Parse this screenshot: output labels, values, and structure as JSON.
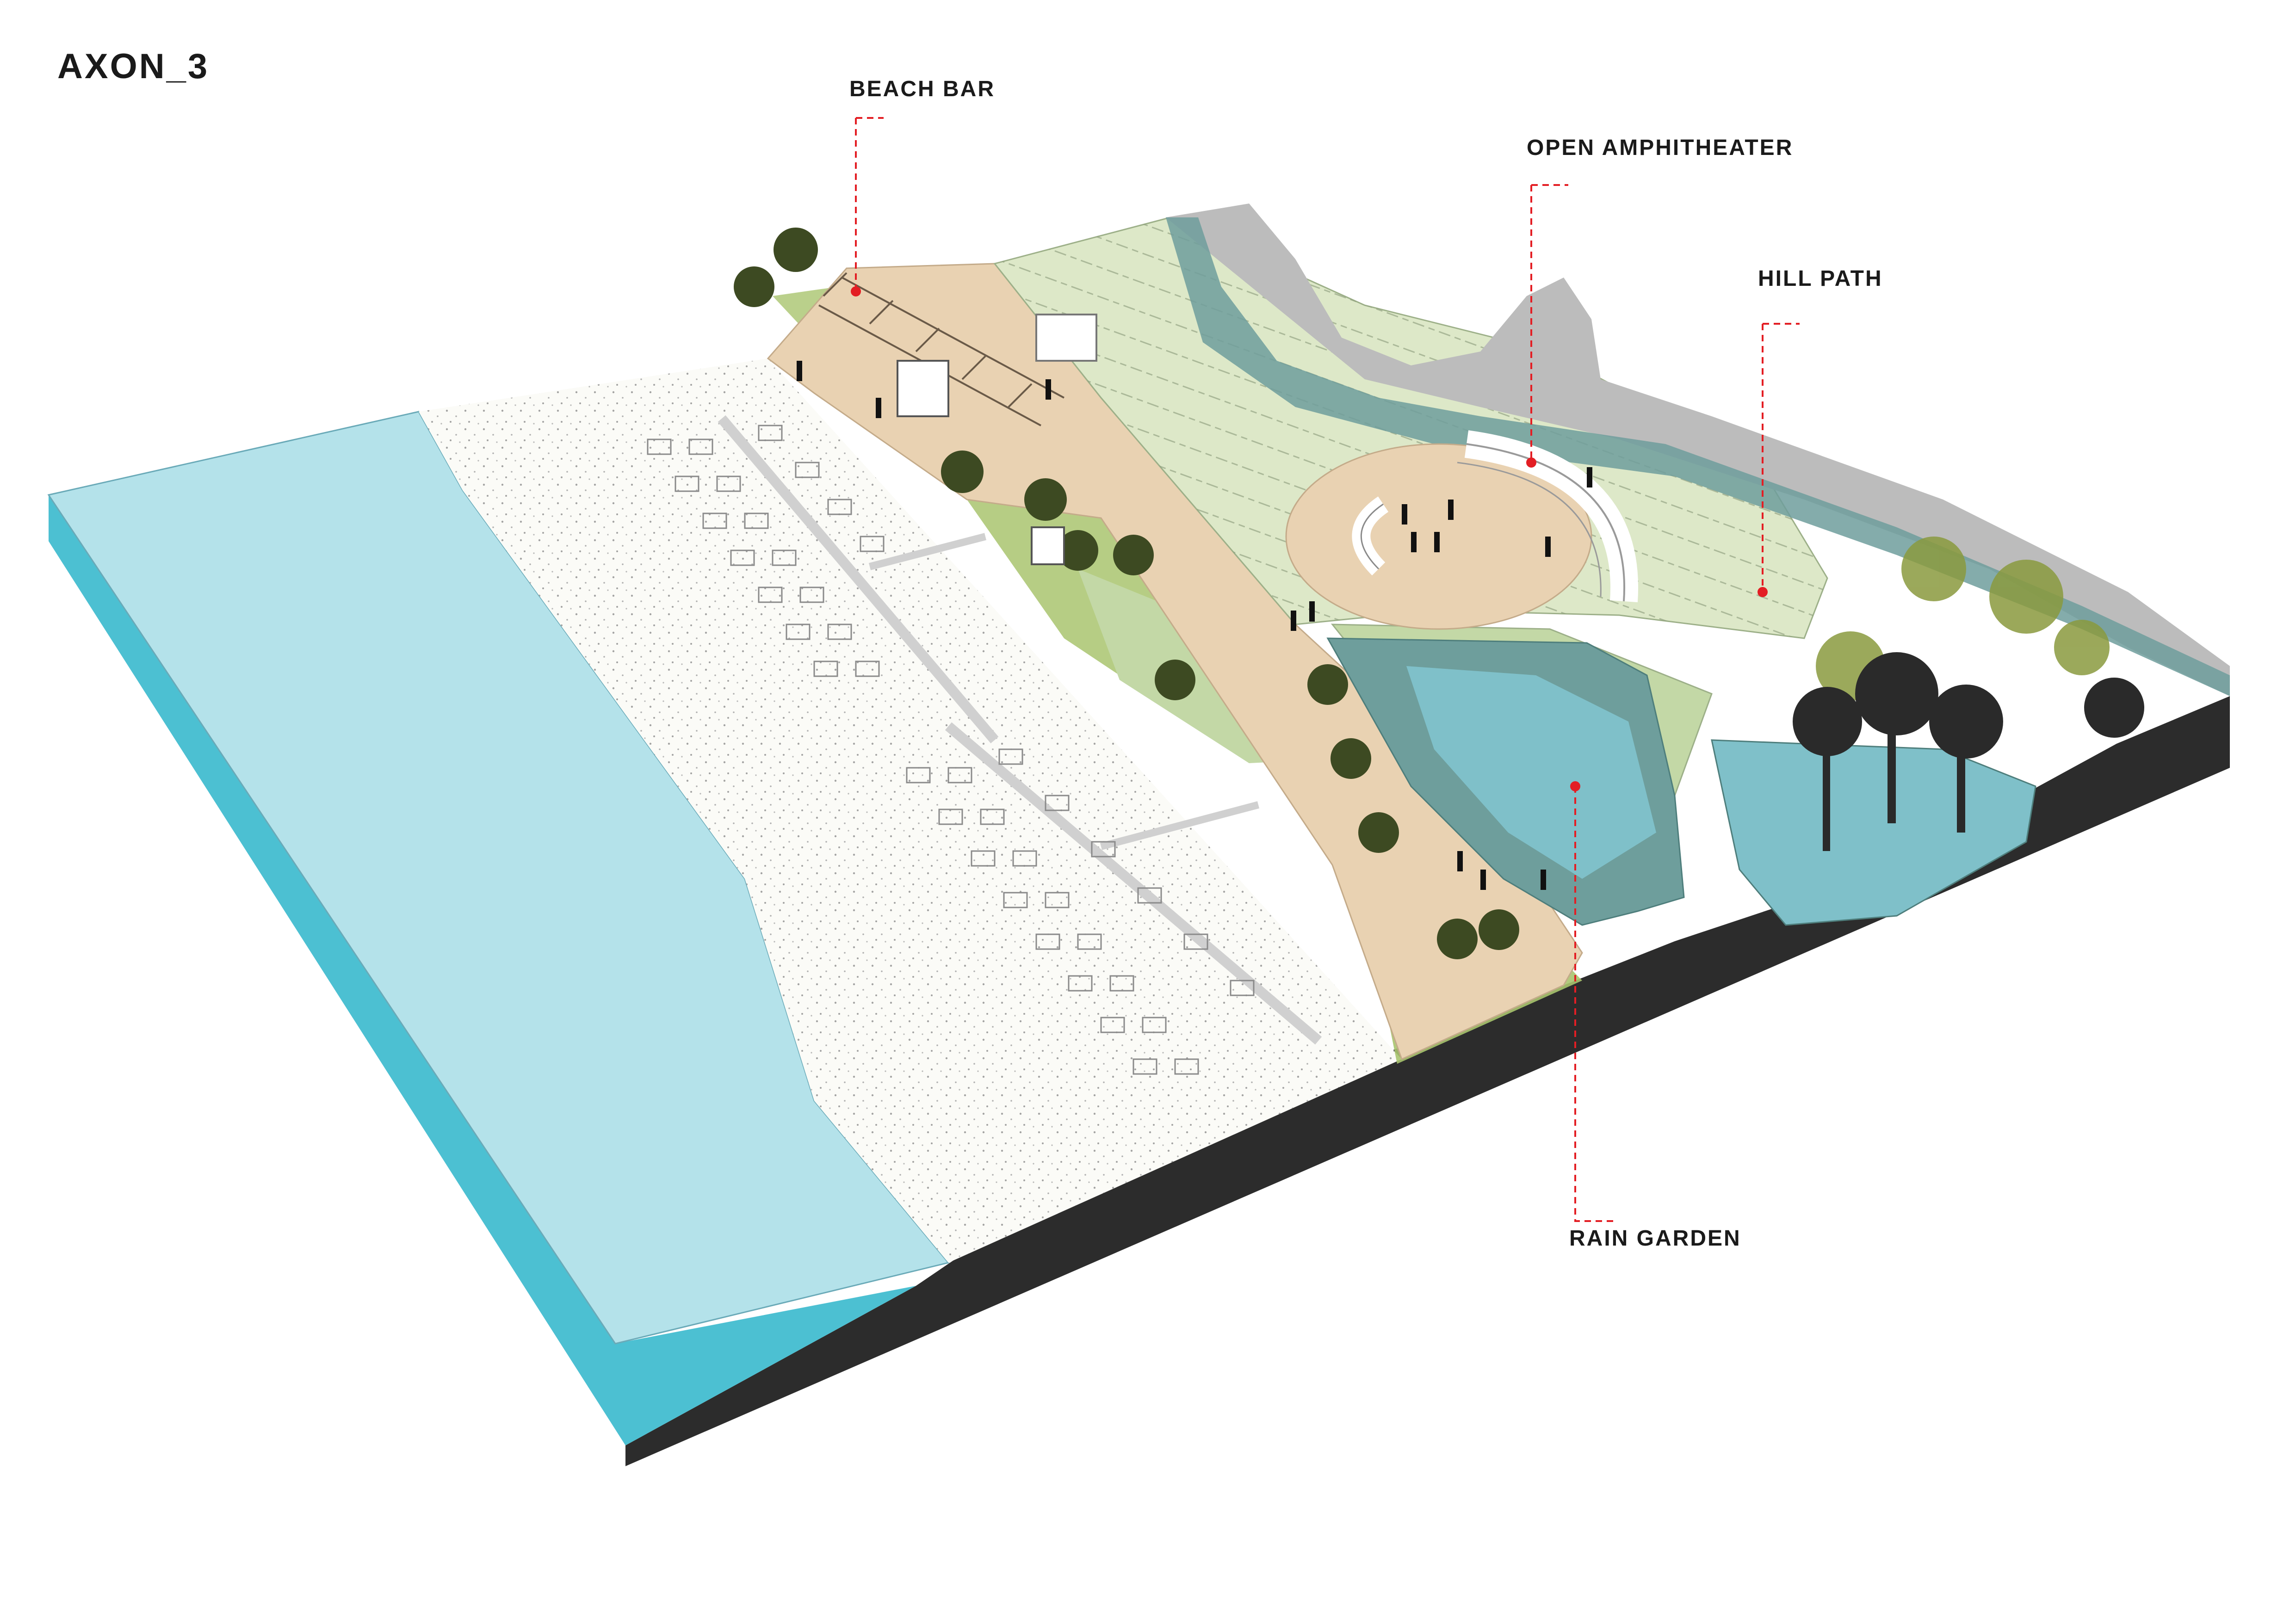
{
  "title": "AXON_3",
  "labels": {
    "beach_bar": "BEACH BAR",
    "open_amphitheater": "OPEN AMPHITHEATER",
    "hill_path": "HILL PATH",
    "rain_garden": "RAIN GARDEN"
  },
  "colors": {
    "sea_top": "#b4e2ea",
    "sea_side": "#4cc0d2",
    "sand": "#fbfbf7",
    "sand_dots": "#9a9a9a",
    "promenade": "#e9d2b2",
    "grass_light": "#dde8c8",
    "grass_mid": "#c3d8a6",
    "dune_green": "#a9c46e",
    "teal": "#6e9e9c",
    "water_pond": "#7fc0c9",
    "road_grey": "#bcbcbc",
    "base_dark": "#2c2c2c",
    "leader_red": "#e31e24",
    "label_text": "#1a1a1a"
  }
}
